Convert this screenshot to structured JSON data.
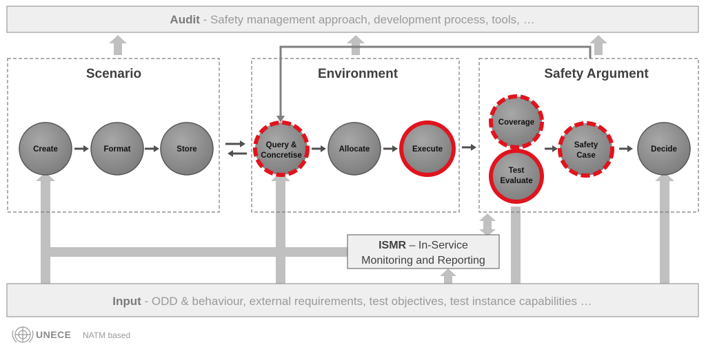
{
  "audit": {
    "label": "Audit",
    "text": " - Safety management approach, development process, tools, …"
  },
  "input": {
    "label": "Input",
    "text": " - ODD & behaviour, external requirements, test objectives, test instance capabilities …"
  },
  "sections": {
    "scenario": "Scenario",
    "environment": "Environment",
    "safety_argument": "Safety Argument"
  },
  "nodes": {
    "create": [
      "Create"
    ],
    "format": [
      "Format"
    ],
    "store": [
      "Store"
    ],
    "query": [
      "Query &",
      "Concretise"
    ],
    "allocate": [
      "Allocate"
    ],
    "execute": [
      "Execute"
    ],
    "coverage": [
      "Coverage"
    ],
    "test_evaluate": [
      "Test",
      "Evaluate"
    ],
    "safety_case": [
      "Safety",
      "Case"
    ],
    "decide": [
      "Decide"
    ]
  },
  "ismr": {
    "label": "ISMR",
    "line1_rest": " – In-Service",
    "line2": "Monitoring and Reporting"
  },
  "footer": {
    "brand": "UNECE",
    "note": "NATM based"
  },
  "colors": {
    "node_fill": "#8c8c8c",
    "highlight": "#e0141e",
    "bar_fill": "#efefef",
    "connector": "#c0c0c0",
    "arrow": "#505050"
  }
}
